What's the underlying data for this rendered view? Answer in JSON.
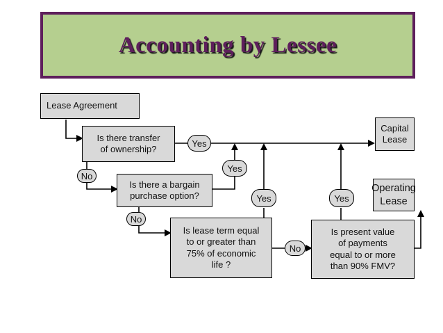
{
  "title": "Accounting by Lessee",
  "boxes": {
    "lease_agreement": "Lease Agreement",
    "transfer": "Is there transfer\nof ownership?",
    "bargain": "Is there a bargain\npurchase option?",
    "term": "Is lease term equal\nto or greater than\n75% of economic\nlife ?",
    "present_value": "Is present value\nof payments\nequal to or more\nthan 90% FMV?",
    "capital": "Capital\nLease",
    "operating": "Operating\nLease"
  },
  "labels": {
    "yes1": "Yes",
    "yes2": "Yes",
    "yes3": "Yes",
    "yes4": "Yes",
    "no1": "No",
    "no2": "No",
    "no3": "No"
  },
  "colors": {
    "title_bg": "#b5cf8f",
    "title_border": "#5e1f5c",
    "box_fill": "#d9d9d9"
  }
}
